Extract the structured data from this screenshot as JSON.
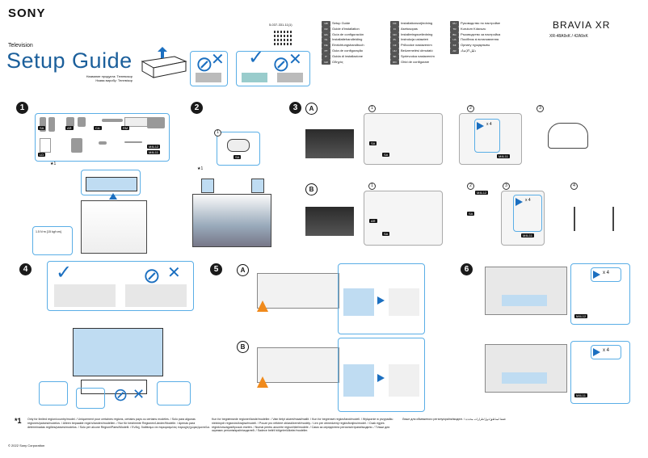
{
  "header": {
    "brand": "SONY",
    "subtitle": "Television",
    "title": "Setup Guide",
    "title_sub_1": "Название продукта: Телевизор",
    "title_sub_2": "Назва виробу: Телевізор",
    "doc_number": "5-037-331-11(1)",
    "model_brand": "BRAVIA XR",
    "model_numbers": "XR-48A9xK / 42A9xK"
  },
  "languages": {
    "col1": [
      {
        "code": "GB",
        "label": "Setup Guide"
      },
      {
        "code": "FR",
        "label": "Guide d'installation"
      },
      {
        "code": "ES",
        "label": "Guía de configuración"
      },
      {
        "code": "NL",
        "label": "Installatiehandleiding"
      },
      {
        "code": "DE",
        "label": "Einrichtungshandbuch"
      },
      {
        "code": "PT",
        "label": "Guia de configuração"
      },
      {
        "code": "IT",
        "label": "Guida di installazione"
      },
      {
        "code": "GR",
        "label": "Οδηγός"
      }
    ],
    "col2": [
      {
        "code": "DK",
        "label": "Installationsvejledning"
      },
      {
        "code": "FI",
        "label": "Asetusopas"
      },
      {
        "code": "NO",
        "label": "Installeringsveiledning"
      },
      {
        "code": "PL",
        "label": "Instrukcja ustawień"
      },
      {
        "code": "CZ",
        "label": "Průvodce nastavením"
      },
      {
        "code": "HU",
        "label": "Beüzemelési útmutató"
      },
      {
        "code": "SK",
        "label": "Sprievodca nastavením"
      },
      {
        "code": "RO",
        "label": "Ghid de configurare"
      }
    ],
    "col3": [
      {
        "code": "RU",
        "label": "Руководство по настройке"
      },
      {
        "code": "TR",
        "label": "Kurulum Kılavuzu"
      },
      {
        "code": "BG",
        "label": "Ръководство за настройка"
      },
      {
        "code": "UA",
        "label": "Посібник зі встановлення"
      },
      {
        "code": "KZ",
        "label": "Орнату нұсқаулығы"
      },
      {
        "code": "AR",
        "label": "دليل الإعداد"
      }
    ]
  },
  "steps": {
    "s1": "1",
    "s2": "2",
    "s3": "3",
    "s4": "4",
    "s5": "5",
    "s6": "6"
  },
  "labels": {
    "A": "A",
    "B": "B",
    "c1": "1",
    "c2": "2",
    "c3": "3",
    "c4": "4",
    "x4": "x 4",
    "m4l12": "M4L12",
    "m4l11": "M4L11",
    "star1": "★1",
    "star1b": "*1",
    "torque": "1.5 N·m {15 kgf·cm}",
    "tag_sa": "SA",
    "tag_ar": "AR",
    "tag_ca": "CA",
    "tag_rm": "RM",
    "tag_ld": "LD"
  },
  "footnote": {
    "marker": "*1",
    "col1": "Only for limited region/country/model. / Uniquement pour certaines régions, certains pays ou certains modèles. / Solo para algunas regiones/países/modelos. / Alleen bepaalde regio's/landen/modellen. / Nur für bestimmte Regionen/Länder/Modelle. / Apenas para determinadas regiões/países/modelos. / Solo per alcune Regioni/Paesi/Modelli. / Ενδεχ. διαθέσιμο σε περιορισμένες περιοχές/χώρες/μοντέλα.",
    "col2": "Kun for begrænsede regioner/lande/modeller. / Vain tietyt alueet/maat/mallit. / Kun for begrenset region/land/modell. / Wyłącznie w przypadku niektórych regionów/krajów/modeli. / Pouze pro některé oblasti/země/modely. / Len pre obmedzený región/krajinu/model. / Csak egyes régiók/országok/típusok esetén. / Numai pentru anumite regiuni/țări/modele. / Само за определени региони/страни/модели. / Тільки для окремих регіонів/країн/моделей. / Sadece belirli bölgeler/ülkeler/modeller.",
    "col3": "Лише для обмеженого регіону/країни/моделі. / فقط لمناطق/دول/طرازات محددة"
  },
  "copyright": "© 2022 Sony Corporation"
}
